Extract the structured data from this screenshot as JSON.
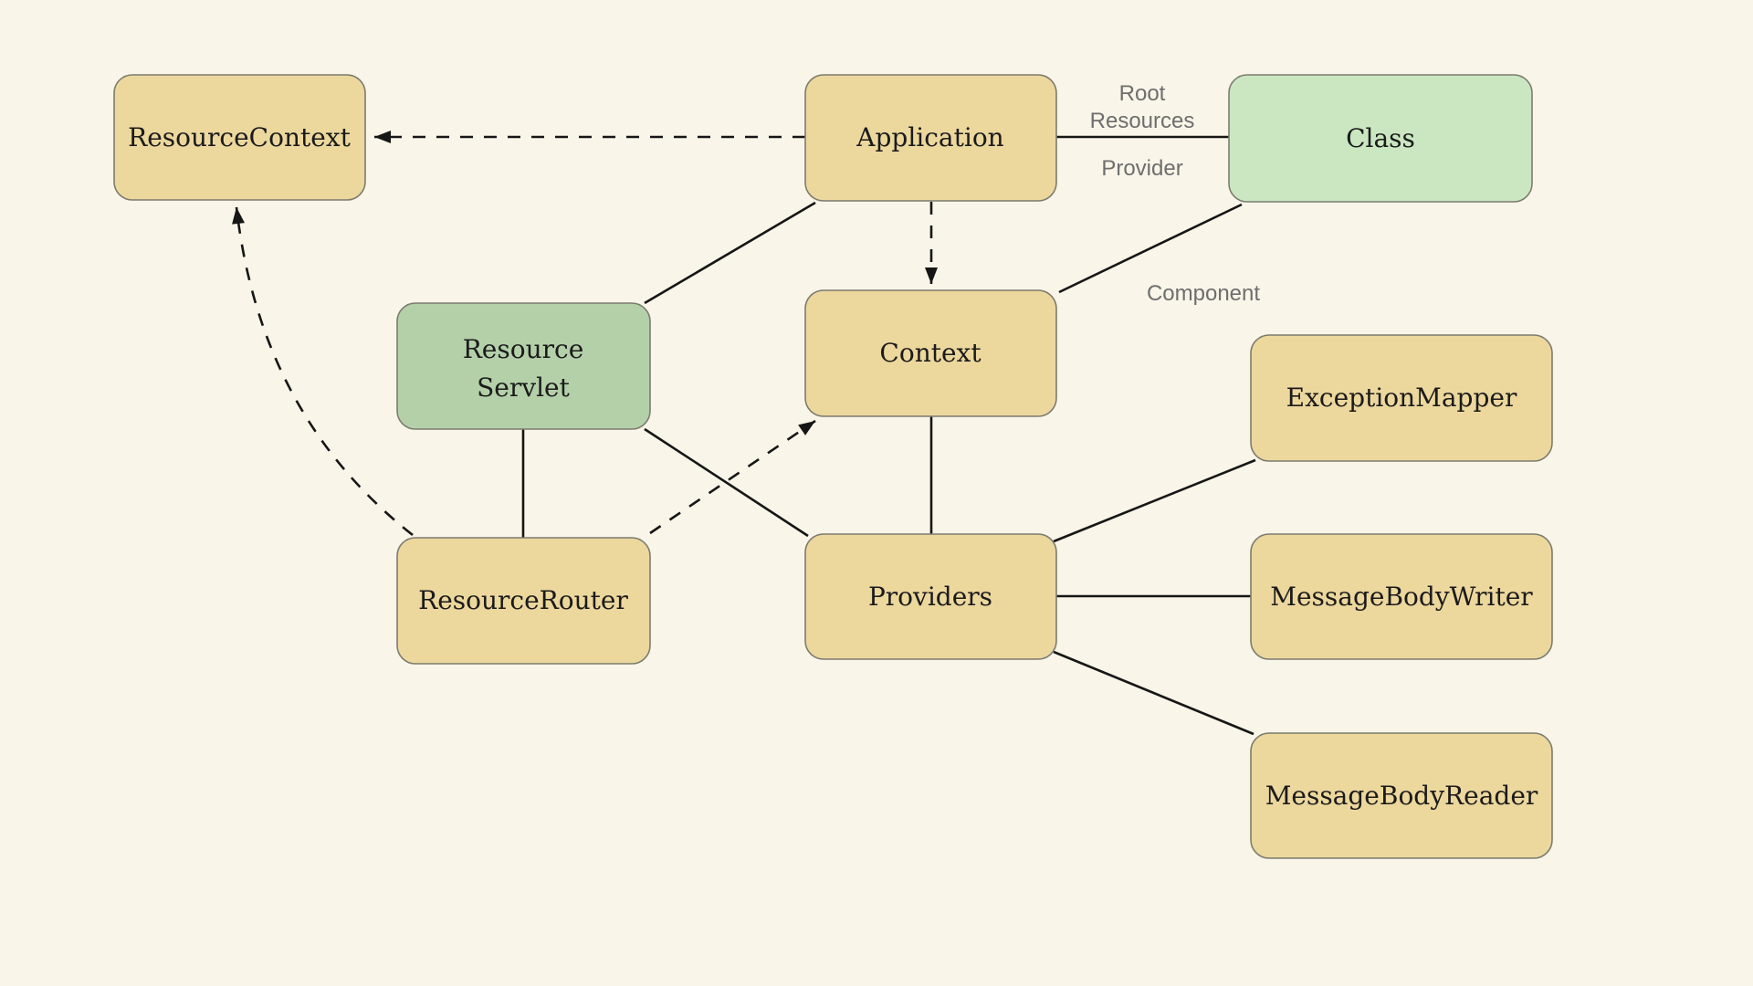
{
  "canvas": {
    "background": "#F9F5E8",
    "line_color": "#161616",
    "node_border_color": "#7C7C6F",
    "node_text_color": "#1B1B1B",
    "edge_label_color": "#6E6E6E",
    "yellow_fill": "#ECD79D",
    "light_green_fill": "#CBE7C2",
    "sage_green_fill": "#B4D0A9"
  },
  "diagram": {
    "nodes": [
      {
        "id": "resource-context",
        "label": "ResourceContext",
        "fill": "#ECD79D"
      },
      {
        "id": "application",
        "label": "Application",
        "fill": "#ECD79D"
      },
      {
        "id": "class",
        "label": "Class",
        "fill": "#CBE7C2"
      },
      {
        "id": "resource-servlet",
        "label": "Resource Servlet",
        "lines": [
          "Resource",
          "Servlet"
        ],
        "fill": "#B4D0A9"
      },
      {
        "id": "context",
        "label": "Context",
        "fill": "#ECD79D"
      },
      {
        "id": "exception-mapper",
        "label": "ExceptionMapper",
        "fill": "#ECD79D"
      },
      {
        "id": "resource-router",
        "label": "ResourceRouter",
        "fill": "#ECD79D"
      },
      {
        "id": "providers",
        "label": "Providers",
        "fill": "#ECD79D"
      },
      {
        "id": "message-body-writer",
        "label": "MessageBodyWriter",
        "fill": "#ECD79D"
      },
      {
        "id": "message-body-reader",
        "label": "MessageBodyReader",
        "fill": "#ECD79D"
      }
    ],
    "edge_labels": {
      "root_resources_line1": "Root",
      "root_resources_line2": "Resources",
      "provider": "Provider",
      "component": "Component"
    },
    "edges": [
      {
        "from": "Application",
        "to": "ResourceContext",
        "style": "dashed",
        "arrow": true
      },
      {
        "from": "Application",
        "to": "Class",
        "style": "solid",
        "arrow": false,
        "labels": [
          "Root Resources",
          "Provider"
        ]
      },
      {
        "from": "Application",
        "to": "Context",
        "style": "dashed",
        "arrow": true
      },
      {
        "from": "Application",
        "to": "Resource Servlet",
        "style": "solid",
        "arrow": false
      },
      {
        "from": "Class",
        "to": "Context",
        "style": "solid",
        "arrow": false,
        "labels": [
          "Component"
        ]
      },
      {
        "from": "Resource Servlet",
        "to": "ResourceRouter",
        "style": "solid",
        "arrow": false
      },
      {
        "from": "Resource Servlet",
        "to": "Providers",
        "style": "solid",
        "arrow": false
      },
      {
        "from": "ResourceRouter",
        "to": "Context",
        "style": "dashed",
        "arrow": true
      },
      {
        "from": "ResourceRouter",
        "to": "ResourceContext",
        "style": "dashed",
        "arrow": true
      },
      {
        "from": "Context",
        "to": "Providers",
        "style": "solid",
        "arrow": false
      },
      {
        "from": "Providers",
        "to": "ExceptionMapper",
        "style": "solid",
        "arrow": false
      },
      {
        "from": "Providers",
        "to": "MessageBodyWriter",
        "style": "solid",
        "arrow": false
      },
      {
        "from": "Providers",
        "to": "MessageBodyReader",
        "style": "solid",
        "arrow": false
      }
    ]
  }
}
